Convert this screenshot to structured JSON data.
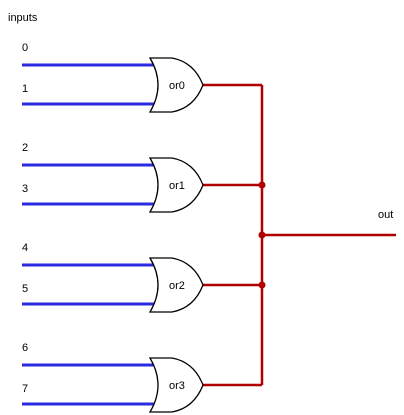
{
  "diagram": {
    "inputs_label": "inputs",
    "output_label": "out",
    "colors": {
      "input_wire": "#2a2ae0",
      "output_wire": "#b00000",
      "gate_stroke": "#000000",
      "gate_fill": "#ffffff"
    },
    "gates": [
      {
        "name": "or0",
        "inputs": [
          "0",
          "1"
        ]
      },
      {
        "name": "or1",
        "inputs": [
          "2",
          "3"
        ]
      },
      {
        "name": "or2",
        "inputs": [
          "4",
          "5"
        ]
      },
      {
        "name": "or3",
        "inputs": [
          "6",
          "7"
        ]
      }
    ]
  }
}
